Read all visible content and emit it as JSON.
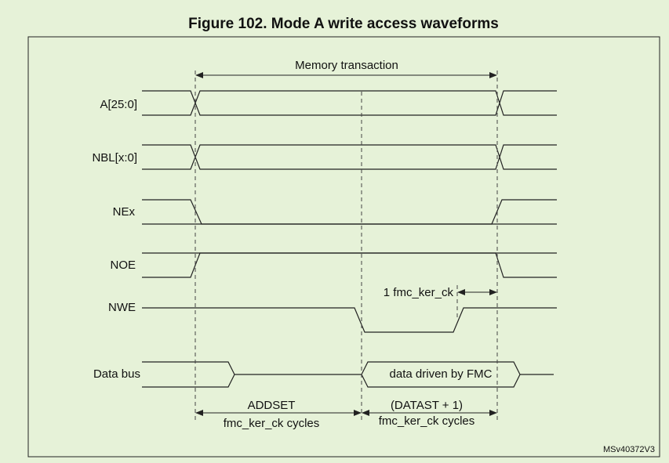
{
  "figure": {
    "title": "Figure 102. Mode A write access waveforms",
    "ref": "MSv40372V3"
  },
  "signals": {
    "addr": "A[25:0]",
    "nbl": "NBL[x:0]",
    "nex": "NEx",
    "noe": "NOE",
    "nwe": "NWE",
    "data": "Data bus"
  },
  "annotations": {
    "memory_transaction": "Memory transaction",
    "one_clk": "1 fmc_ker_ck",
    "data_driven": "data driven by FMC",
    "addset": "ADDSET",
    "addset_unit": "fmc_ker_ck cycles",
    "datast": "(DATAST + 1)",
    "datast_unit": "fmc_ker_ck cycles"
  },
  "colors": {
    "background": "#e6f2d8",
    "line": "#222222",
    "dashed": "#444444"
  }
}
